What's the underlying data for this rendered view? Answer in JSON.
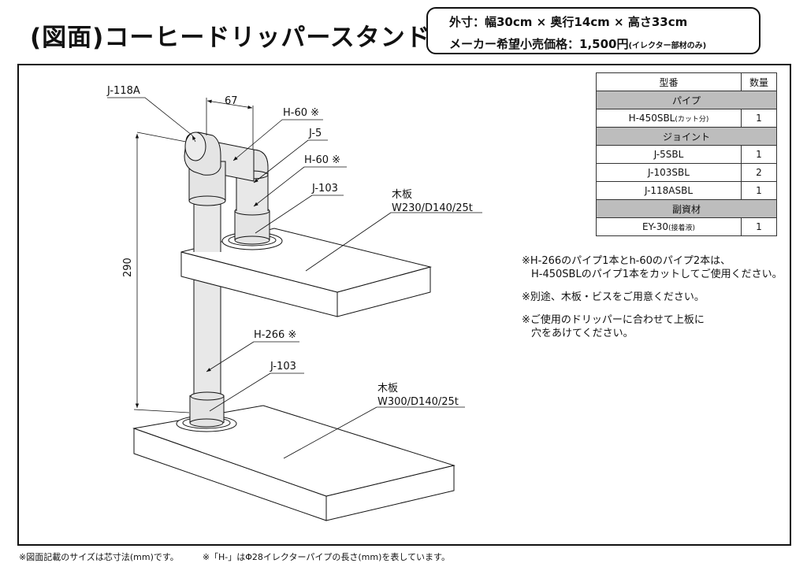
{
  "title": "(図面)コーヒードリッパースタンド",
  "spec": {
    "size": "外寸：幅30cm × 奥行14cm × 高さ33cm",
    "price_label": "メーカー希望小売価格：1,500円",
    "price_note": "(イレクター部材のみ)"
  },
  "labels": {
    "j118a": "J-118A",
    "dim_width": "67",
    "h60_a": "H-60 ※",
    "j5": "J-5",
    "h60_b": "H-60 ※",
    "j103_top": "J-103",
    "board_top_name": "木板",
    "board_top_dim": "W230/D140/25t",
    "dim_height": "290",
    "h266": "H-266 ※",
    "j103_bottom": "J-103",
    "board_bottom_name": "木板",
    "board_bottom_dim": "W300/D140/25t"
  },
  "parts_table": {
    "header": {
      "name": "型番",
      "qty": "数量"
    },
    "sections": [
      {
        "category": "パイプ",
        "rows": [
          {
            "name": "H-450SBL",
            "note": "(カット分)",
            "qty": "1"
          }
        ]
      },
      {
        "category": "ジョイント",
        "rows": [
          {
            "name": "J-5SBL",
            "note": "",
            "qty": "1"
          },
          {
            "name": "J-103SBL",
            "note": "",
            "qty": "2"
          },
          {
            "name": "J-118ASBL",
            "note": "",
            "qty": "1"
          }
        ]
      },
      {
        "category": "副資材",
        "rows": [
          {
            "name": "EY-30",
            "note": "(接着液)",
            "qty": "1"
          }
        ]
      }
    ]
  },
  "notes": [
    "※H-266のパイプ1本とh-60のパイプ2本は、",
    "H-450SBLのパイプ1本をカットしてご使用ください。",
    "※別途、木板・ビスをご用意ください。",
    "※ご使用のドリッパーに合わせて上板に",
    "穴をあけてください。"
  ],
  "footer": {
    "left": "※図面記載のサイズは芯寸法(mm)です。",
    "right": "※「H-」はΦ28イレクターパイプの長さ(mm)を表しています。"
  }
}
